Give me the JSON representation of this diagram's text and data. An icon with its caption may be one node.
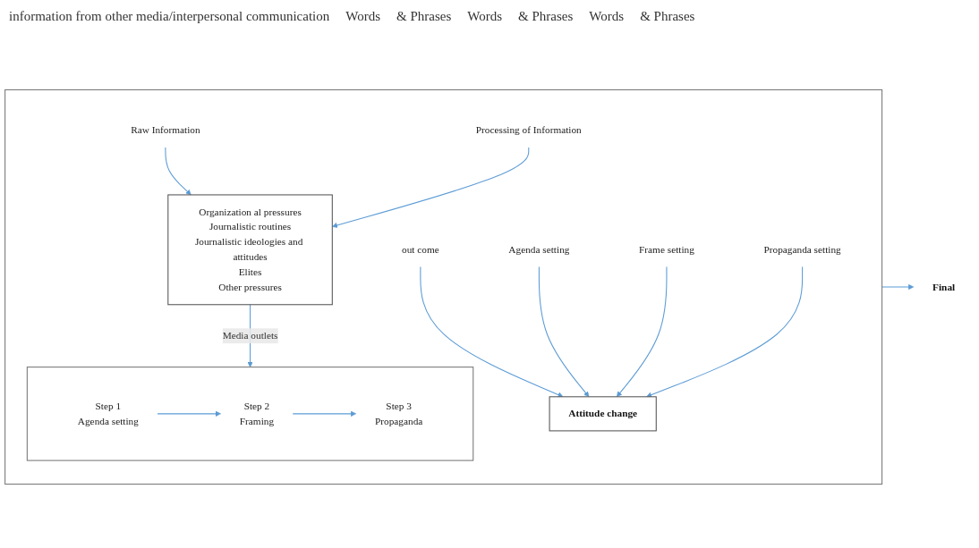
{
  "diagram": {
    "nodes": [
      {
        "text": [],
        "shape": "box"
      },
      {
        "text": [
          "Raw Information"
        ],
        "in": 0
      },
      {
        "text": [
          "Organization al pressures",
          "Journalistic routines",
          "Journalistic ideologies and attitudes",
          "Elites",
          "Other pressures"
        ],
        "in": 0
      },
      {
        "text": [
          "Processing of Information"
        ],
        "in": 0
      },
      {
        "text": [],
        "shape": "box",
        "in": 0
      },
      {
        "text": [
          "Step 1",
          "Agenda setting"
        ],
        "in": 4
      },
      {
        "text": [
          "Step 2",
          "Framing"
        ],
        "in": 4
      },
      {
        "text": [
          "Step 3",
          "Propaganda"
        ],
        "in": 4
      },
      {
        "text": [
          "Agenda setting"
        ],
        "in": 0
      },
      {
        "text": [
          "Frame setting"
        ],
        "in": 0
      },
      {
        "text": [
          "Propaganda setting"
        ],
        "in": 0
      },
      {
        "text": [
          "out come"
        ],
        "in": 0
      },
      {
        "text": [
          "Attitude change"
        ],
        "in": 0
      },
      {
        "text": [
          "Final"
        ]
      }
    ],
    "edges": [
      {
        "from": 1,
        "to": 2,
        "arrow": "to"
      },
      {
        "from": 3,
        "to": 2,
        "arrow": "to"
      },
      {
        "from": 2,
        "to": 4,
        "arrow": "to",
        "label": "Media outlets"
      },
      {
        "from": 5,
        "to": 6,
        "arrow": "to"
      },
      {
        "from": 6,
        "to": 7,
        "arrow": "to"
      },
      {
        "from": 11,
        "to": 12,
        "arrow": "to"
      },
      {
        "from": 8,
        "to": 12,
        "arrow": "to"
      },
      {
        "from": 9,
        "to": 12,
        "arrow": "to"
      },
      {
        "from": 10,
        "to": 12,
        "arrow": "to"
      },
      {
        "from": 0,
        "to": 13,
        "arrow": "to"
      }
    ],
    "labels": [
      "information from other media/interpersonal communication",
      "Words",
      "& Phrases",
      "Words",
      "& Phrases",
      "Words",
      "& Phrases"
    ]
  }
}
